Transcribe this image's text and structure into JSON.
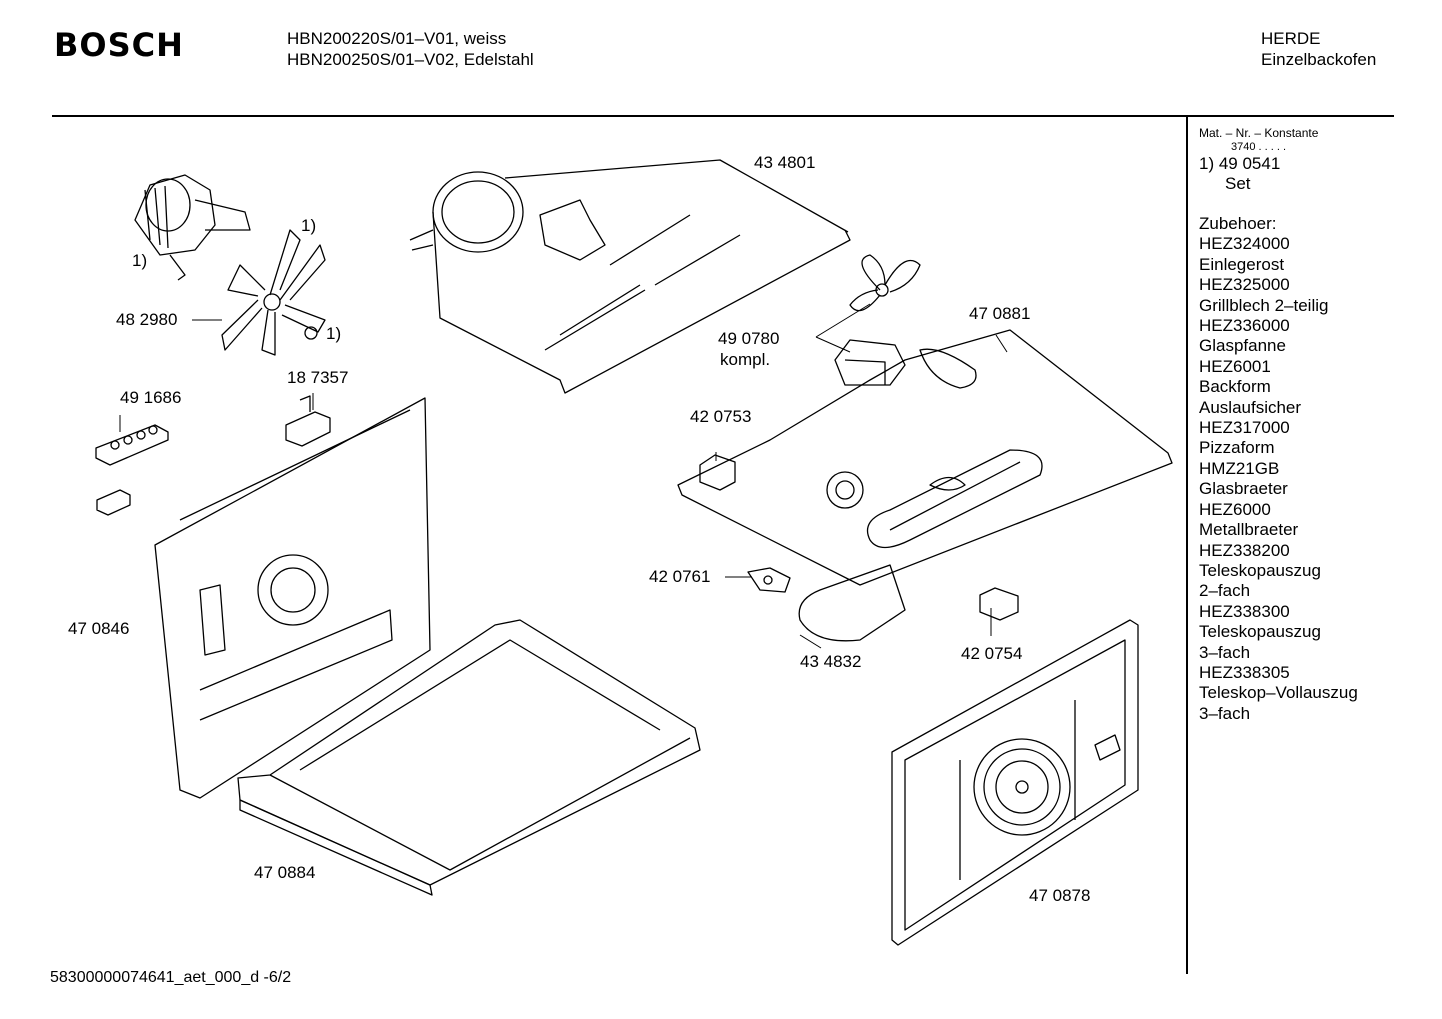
{
  "header": {
    "brand": "BOSCH",
    "model_line1": "HBN200220S/01–V01, weiss",
    "model_line2": "HBN200250S/01–V02, Edelstahl",
    "category_line1": "HERDE",
    "category_line2": "Einzelbackofen"
  },
  "sidebar": {
    "mat_label": "Mat. – Nr. – Konstante",
    "constant": "3740  .  .  .  .  .",
    "set_number": "1) 49 0541",
    "set_label": "Set",
    "accessories_title": "Zubehoer:",
    "accessories": [
      "HEZ324000",
      "Einlegerost",
      "HEZ325000",
      "Grillblech 2–teilig",
      "HEZ336000",
      "Glaspfanne",
      "HEZ6001",
      "Backform",
      "Auslaufsicher",
      "HEZ317000",
      "Pizzaform",
      "HMZ21GB",
      "Glasbraeter",
      "HEZ6000",
      "Metallbraeter",
      "HEZ338200",
      "Teleskopauszug",
      "2–fach",
      "HEZ338300",
      "Teleskopauszug",
      "3–fach",
      "HEZ338305",
      "Teleskop–Vollauszug",
      "3–fach"
    ]
  },
  "parts": {
    "p434801": "43 4801",
    "fn1a": "1)",
    "fn1b": "1)",
    "fn1c": "1)",
    "p482980": "48 2980",
    "p490780": "49 0780",
    "kompl": "kompl.",
    "p470881": "47 0881",
    "p491686": "49 1686",
    "p187357": "18 7357",
    "p420753": "42 0753",
    "p420761": "42 0761",
    "p470846": "47 0846",
    "p434832": "43 4832",
    "p420754": "42 0754",
    "p470884": "47 0884",
    "p470878": "47 0878"
  },
  "footer": {
    "doc_id": "58300000074641_aet_000_d  -6/2"
  }
}
